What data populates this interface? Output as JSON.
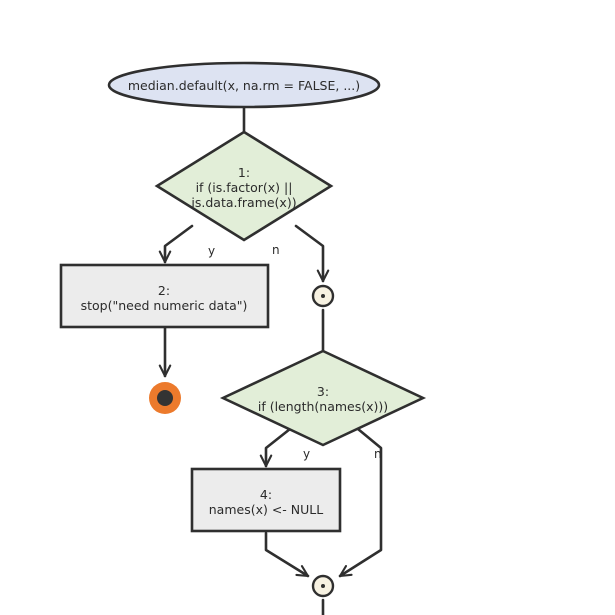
{
  "colors": {
    "start_fill": "#dde3f2",
    "decision_fill": "#e2eed8",
    "process_fill": "#ececec",
    "connector_fill": "#f7f2e2",
    "stop_ring": "#ec7a2c",
    "stop_core": "#333333",
    "stroke": "#2f2f2f"
  },
  "nodes": {
    "start": {
      "label": "median.default(x, na.rm = FALSE, ...)"
    },
    "d1": {
      "line1": "1:",
      "line2": "if (is.factor(x) ||",
      "line3": "is.data.frame(x))"
    },
    "p2": {
      "line1": "2:",
      "line2": "stop(\"need numeric data\")"
    },
    "d3": {
      "line1": "3:",
      "line2": "if (length(names(x)))"
    },
    "p4": {
      "line1": "4:",
      "line2": "names(x) <- NULL"
    }
  },
  "edges": {
    "d1_yes": "y",
    "d1_no": "n",
    "d3_yes": "y",
    "d3_no": "n"
  }
}
